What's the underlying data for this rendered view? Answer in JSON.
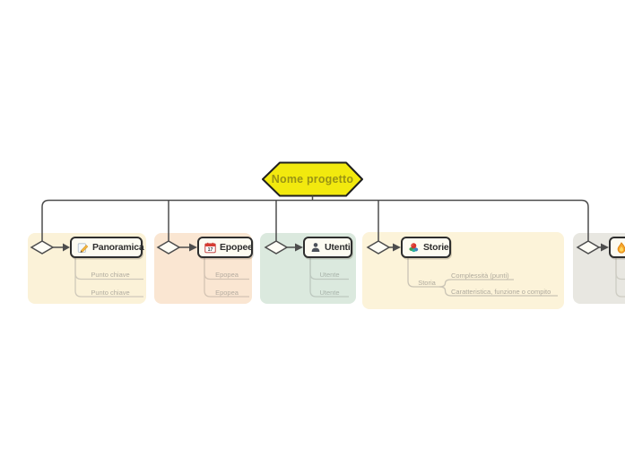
{
  "root": {
    "label": "Nome progetto",
    "fill": "#f2e90e",
    "border_color": "#1f1f1f",
    "text_color": "#9a9414"
  },
  "colors": {
    "connector": "#4d4d4d",
    "node_background": "#fdfbf1",
    "node_border": "#2e2e2e",
    "diamond_fill": "#fefdf6"
  },
  "branches": [
    {
      "label": "Panoramica",
      "icon": "memo-pencil-icon",
      "group_fill": "#fbf2d8",
      "child_line_color": "#cfc9ba",
      "child_text_color": "#b1aca0",
      "children": [
        {
          "label": "Punto chiave"
        },
        {
          "label": "Punto chiave"
        }
      ]
    },
    {
      "label": "Epopee",
      "icon": "calendar-icon",
      "icon_day": "17",
      "group_fill": "#fae6d2",
      "child_line_color": "#d4c4b4",
      "child_text_color": "#b5aca0",
      "children": [
        {
          "label": "Epopea"
        },
        {
          "label": "Epopea"
        }
      ]
    },
    {
      "label": "Utenti",
      "icon": "person-icon",
      "group_fill": "#dbe9de",
      "child_line_color": "#bdc8bf",
      "child_text_color": "#a9b3aa",
      "children": [
        {
          "label": "Utente"
        },
        {
          "label": "Utente"
        }
      ]
    },
    {
      "label": "Storie",
      "icon": "flower-icon",
      "group_fill": "#fcf3d9",
      "child_line_color": "#cac4b5",
      "child_text_color": "#aea99c",
      "children": [
        {
          "label": "Storia",
          "children": [
            {
              "label": "Complessità (punti)"
            },
            {
              "label": "Caratteristica, funzione o compito"
            }
          ]
        }
      ]
    },
    {
      "label": "",
      "icon": "flame-icon",
      "group_fill": "#e8e7e1",
      "child_line_color": "#cdccc3",
      "child_text_color": "#b0aba0",
      "children": []
    }
  ]
}
